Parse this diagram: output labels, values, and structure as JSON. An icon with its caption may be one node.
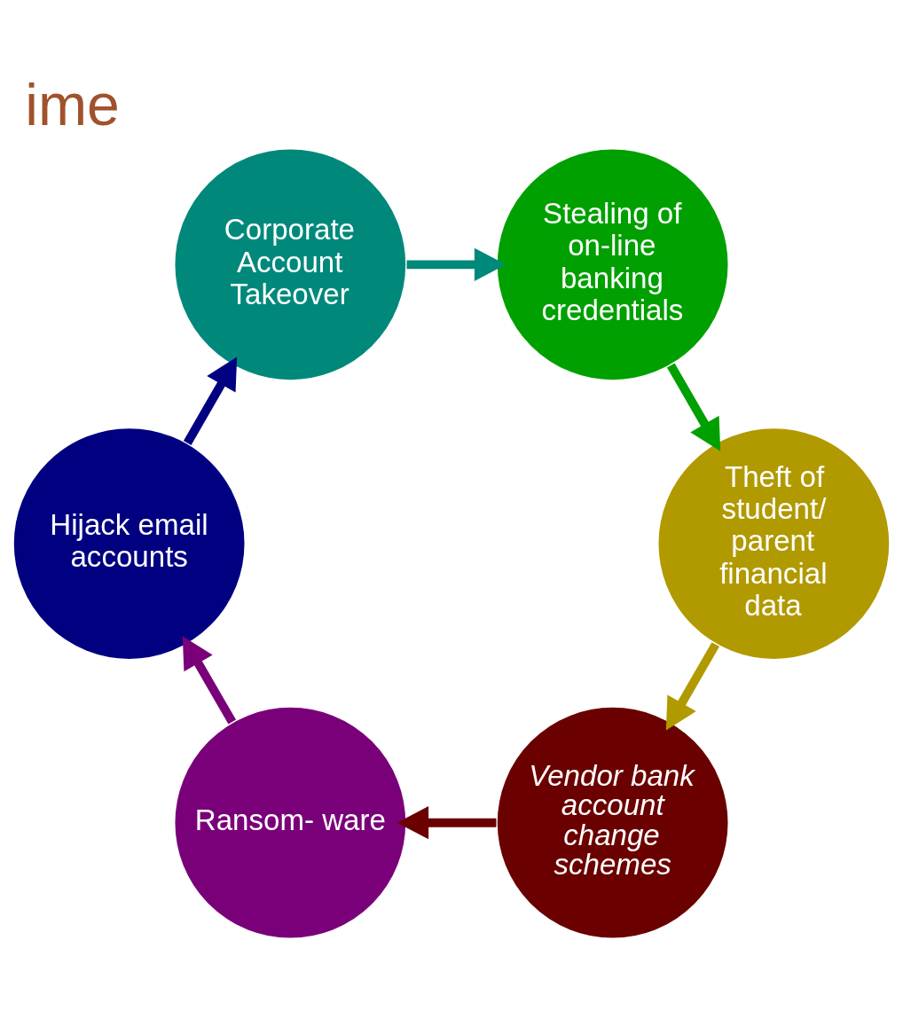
{
  "diagram": {
    "title": "ime",
    "nodes": [
      {
        "text": [
          "Vendor bank account change schemes"
        ]
      },
      {
        "text": [
          "Ransom- ware"
        ]
      },
      {
        "text": [
          "Hijack email accounts"
        ]
      },
      {
        "text": [
          "Corporate Account Takeover"
        ]
      },
      {
        "text": [
          "Stealing of on-line banking credentials"
        ]
      },
      {
        "text": [
          "Theft of student/ parent financial data"
        ]
      }
    ],
    "edges": [
      {
        "from": 0,
        "to": 1,
        "arrow": "to",
        "color": "#6b0000"
      },
      {
        "from": 1,
        "to": 2,
        "arrow": "to",
        "color": "#7a007a"
      },
      {
        "from": 2,
        "to": 3,
        "arrow": "to",
        "color": "#000080"
      },
      {
        "from": 3,
        "to": 4,
        "arrow": "to",
        "color": "#00897b"
      },
      {
        "from": 4,
        "to": 5,
        "arrow": "to",
        "color": "#00a000"
      },
      {
        "from": 5,
        "to": 0,
        "arrow": "to",
        "color": "#b09a00"
      }
    ]
  }
}
